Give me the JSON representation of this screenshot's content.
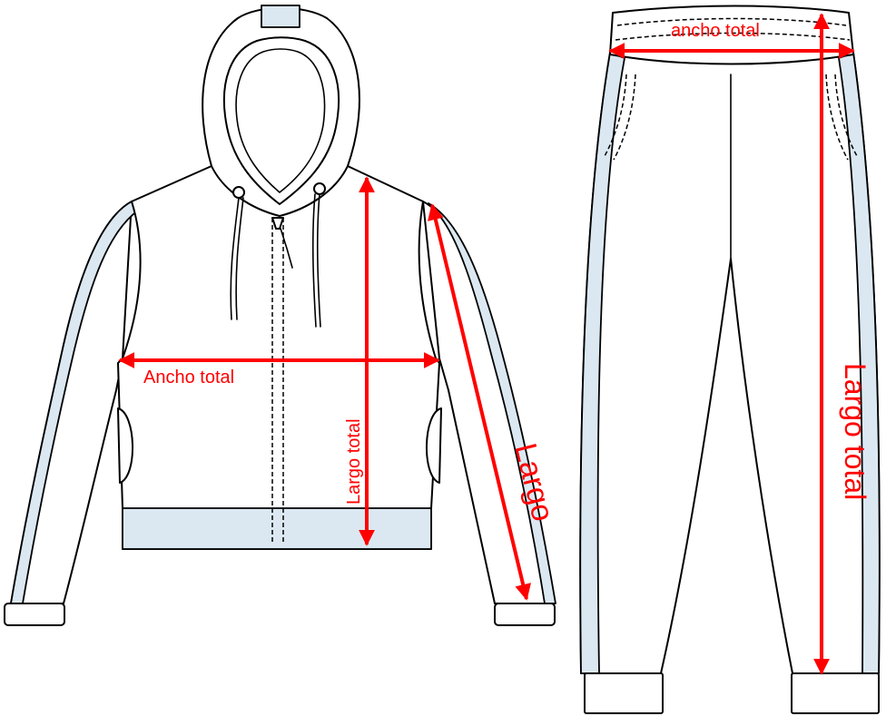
{
  "colors": {
    "measurement": "#ff0000",
    "accent_panel": "#dbe8f2",
    "outline": "#000000",
    "background": "#ffffff"
  },
  "jacket": {
    "chest_width_label": "Ancho total",
    "body_length_label": "Largo total",
    "sleeve_length_label": "Largo"
  },
  "pants": {
    "waist_width_label": "ancho total",
    "total_length_label": "Largo total"
  }
}
